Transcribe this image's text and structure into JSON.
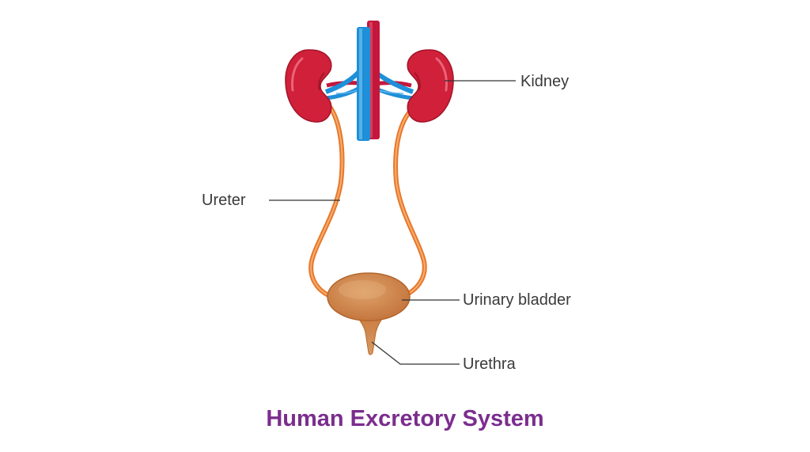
{
  "labels": {
    "kidney": "Kidney",
    "ureter": "Ureter",
    "bladder": "Urinary bladder",
    "urethra": "Urethra"
  },
  "title": "Human Excretory System",
  "colors": {
    "kidney": "#d0203a",
    "vein": "#1e8fd8",
    "artery": "#c4173c",
    "ureter": "#f08a3c",
    "bladder": "#c97a3e",
    "title": "#7b2d8e",
    "leader": "#333333"
  }
}
